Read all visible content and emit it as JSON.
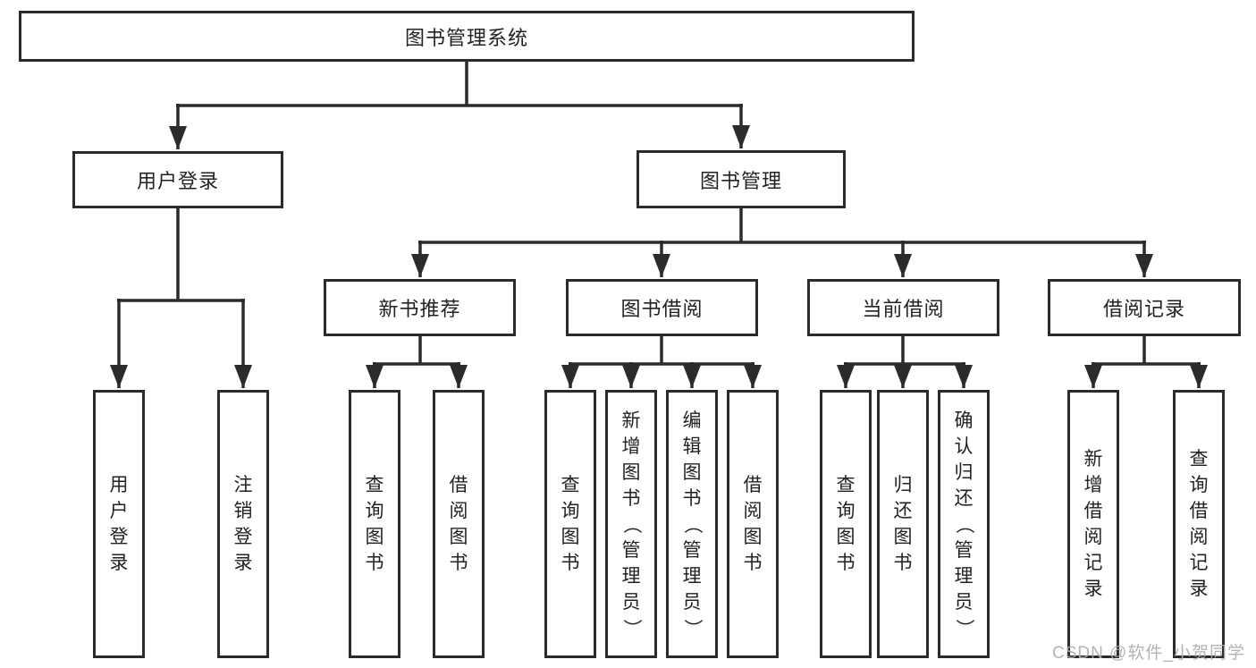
{
  "tree": {
    "label": "图书管理系统",
    "children": [
      {
        "label": "用户登录",
        "children": [
          {
            "label": "用户登录"
          },
          {
            "label": "注销登录"
          }
        ]
      },
      {
        "label": "图书管理",
        "children": [
          {
            "label": "新书推荐",
            "children": [
              {
                "label": "查询图书"
              },
              {
                "label": "借阅图书"
              }
            ]
          },
          {
            "label": "图书借阅",
            "children": [
              {
                "label": "查询图书"
              },
              {
                "label": "新增图书（管理员）"
              },
              {
                "label": "编辑图书（管理员）"
              },
              {
                "label": "借阅图书"
              }
            ]
          },
          {
            "label": "当前借阅",
            "children": [
              {
                "label": "查询图书"
              },
              {
                "label": "归还图书"
              },
              {
                "label": "确认归还（管理员）"
              }
            ]
          },
          {
            "label": "借阅记录",
            "children": [
              {
                "label": "新增借阅记录"
              },
              {
                "label": "查询借阅记录"
              }
            ]
          }
        ]
      }
    ]
  },
  "watermark": {
    "text": "CSDN @软件_小贺同学"
  },
  "colors": {
    "line": "#2b2b2b",
    "box_border": "#2b2b2b",
    "text": "#222222",
    "watermark": "#ababab",
    "background": "#ffffff"
  }
}
